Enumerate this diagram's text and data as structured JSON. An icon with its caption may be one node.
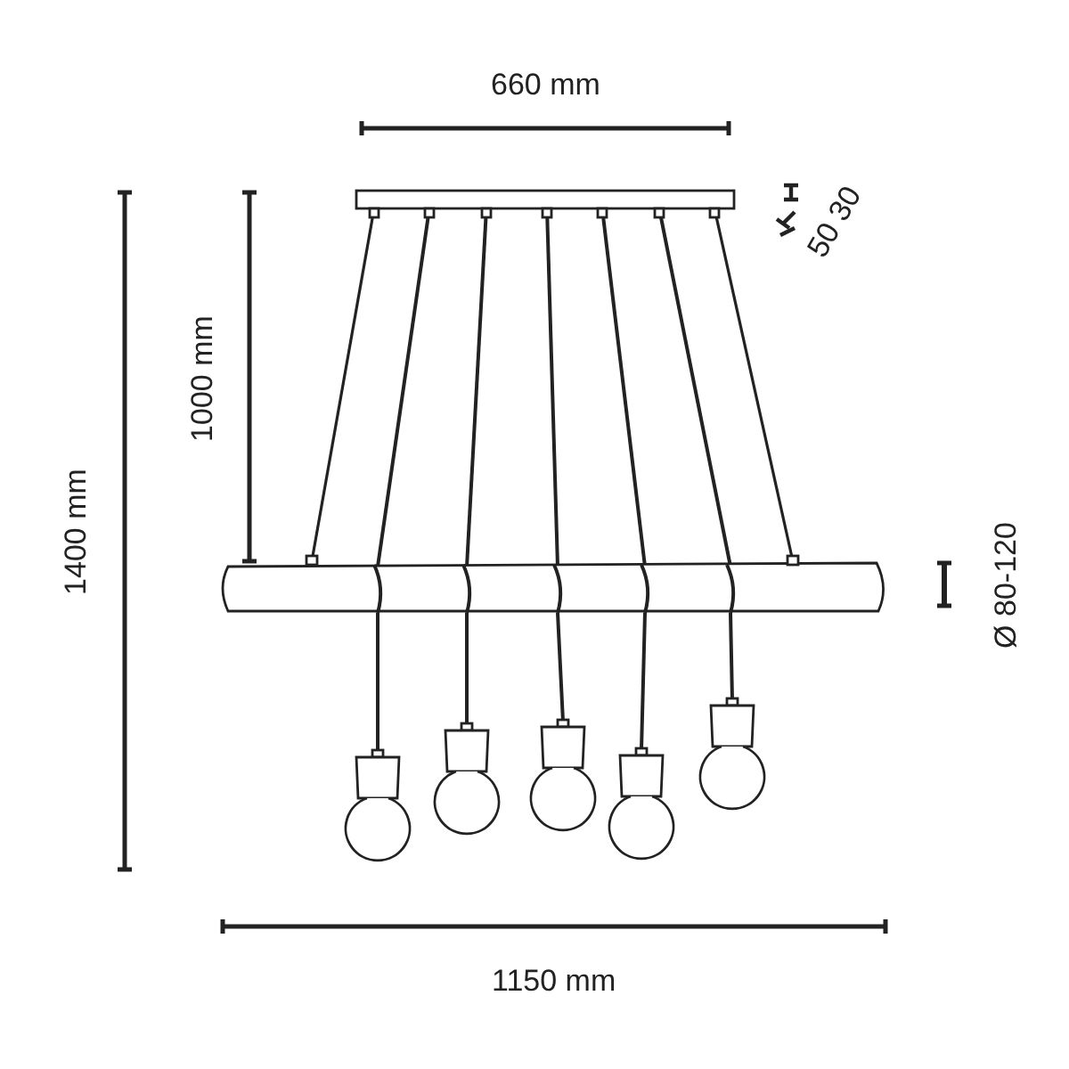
{
  "diagram": {
    "labels": [
      "660 mm",
      "50 30",
      "1000 mm",
      "1400 mm",
      "Ø 80-120",
      "1150 mm"
    ]
  }
}
